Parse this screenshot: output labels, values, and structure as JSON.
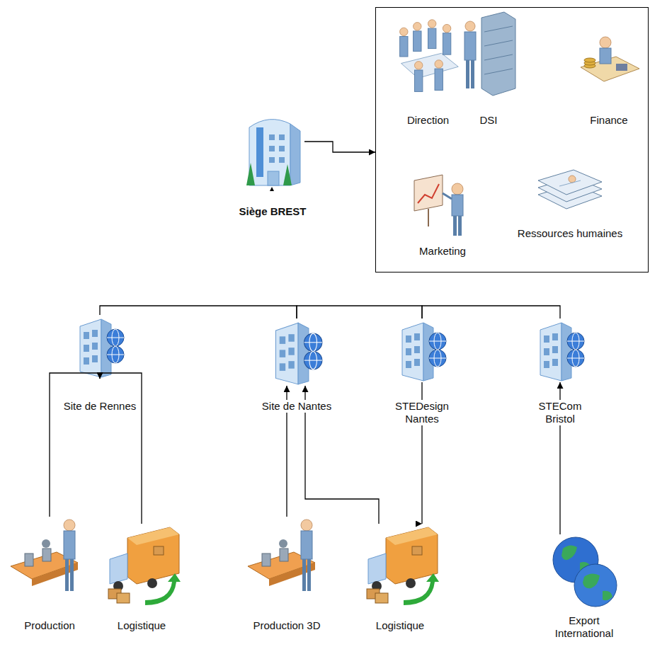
{
  "diagram": {
    "nodes": [
      {
        "text": [
          "Siège BREST"
        ]
      },
      {
        "text": []
      },
      {
        "text": [
          "Direction"
        ],
        "in": 1
      },
      {
        "text": [
          "DSI"
        ],
        "in": 1
      },
      {
        "text": [
          "Finance"
        ],
        "in": 1
      },
      {
        "text": [
          "Marketing"
        ],
        "in": 1
      },
      {
        "text": [
          "Ressources humaines"
        ],
        "in": 1
      },
      {
        "text": [
          "Site de Rennes"
        ]
      },
      {
        "text": [
          "Site de Nantes"
        ]
      },
      {
        "text": [
          "STEDesign Nantes"
        ]
      },
      {
        "text": [
          "STECom Bristol"
        ]
      },
      {
        "text": [
          "Production"
        ]
      },
      {
        "text": [
          "Logistique"
        ]
      },
      {
        "text": [
          "Production 3D"
        ]
      },
      {
        "text": [
          "Logistique"
        ]
      },
      {
        "text": [
          "Export International"
        ]
      }
    ],
    "edges": [
      {
        "from": 0,
        "to": 1,
        "arrow": "to"
      },
      {
        "from": 7,
        "to": 8,
        "arrow": "none"
      },
      {
        "from": 8,
        "to": 9,
        "arrow": "none"
      },
      {
        "from": 9,
        "to": 10,
        "arrow": "none"
      },
      {
        "from": 11,
        "to": 7,
        "arrow": "to"
      },
      {
        "from": 12,
        "to": 7,
        "arrow": "to"
      },
      {
        "from": 13,
        "to": 8,
        "arrow": "to"
      },
      {
        "from": 14,
        "to": 8,
        "arrow": "to"
      },
      {
        "from": 9,
        "to": 14,
        "arrow": "to"
      },
      {
        "from": 15,
        "to": 10,
        "arrow": "to"
      }
    ]
  }
}
